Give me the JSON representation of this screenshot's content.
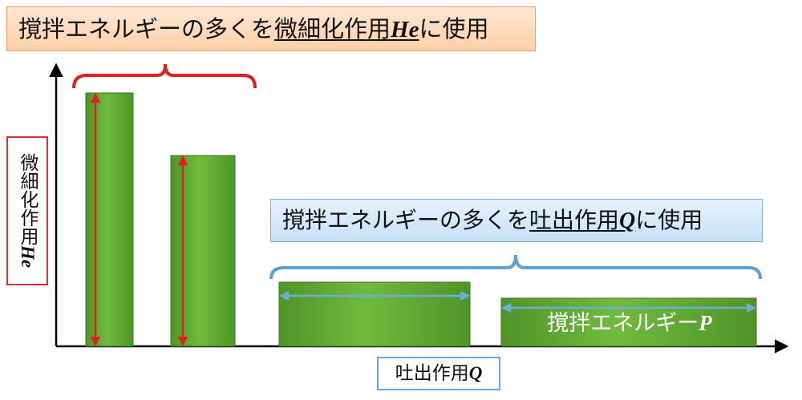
{
  "callout_top": {
    "text": "撹拌エネルギーの多くを",
    "underlined": "微細化作用",
    "symbol": "He",
    "suffix": "に使用"
  },
  "callout_mid": {
    "text": "撹拌エネルギーの多くを",
    "underlined": "吐出作用",
    "symbol": "Q",
    "suffix": "に使用"
  },
  "y_axis": {
    "label": "微細化作用",
    "symbol": "He"
  },
  "x_axis": {
    "label": "吐出作用",
    "symbol": "Q"
  },
  "energy_label": {
    "text": "撹拌エネルギー",
    "symbol": "P"
  },
  "colors": {
    "bar_green": "#63a832",
    "red_arrow": "#e02020",
    "blue_arrow": "#6aaed8",
    "top_brace": "#e02020",
    "mid_brace": "#5f9fd6"
  }
}
